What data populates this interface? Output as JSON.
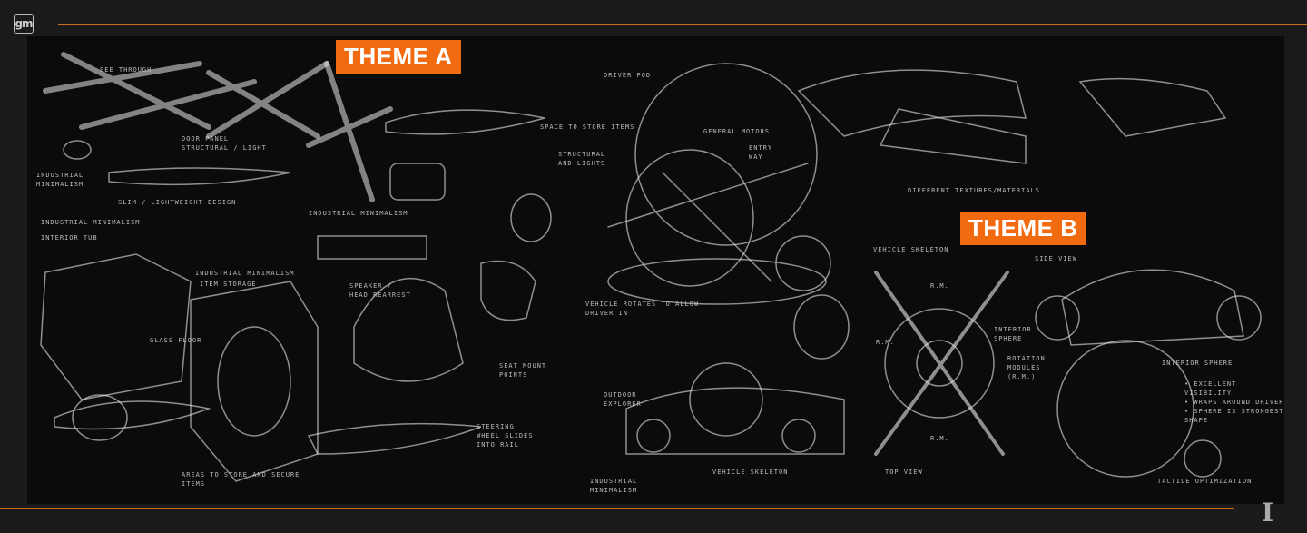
{
  "brand": {
    "logo_text": "gm"
  },
  "themes": {
    "a": "THEME A",
    "b": "THEME B"
  },
  "colors": {
    "accent": "#f26a10",
    "rule": "#c8731c",
    "background": "#1a1a1a"
  },
  "notes": {
    "see_through": "See through",
    "door_panel": "Door panel\nstructural / light",
    "ind_min_1": "Industrial minimalism",
    "slim": "Slim / lightweight design",
    "ind_min_2": "Industrial minimalism",
    "interior_tub": "Interior tub",
    "ind_min_3": "Industrial minimalism",
    "item_storage": "Item storage",
    "glass_floor": "Glass floor",
    "space_store": "Space to store items",
    "structural_lights": "Structural and lights",
    "ind_min_4": "Industrial minimalism",
    "speaker": "Speaker /\nhead rearrest",
    "seat_mount": "Seat mount\npoints",
    "steering": "Steering\nwheel slides\ninto rail",
    "areas_store": "Areas to store and secure\nitems",
    "driver_pod": "Driver pod",
    "general_motors": "General Motors",
    "entry_way": "Entry\nway",
    "rotates": "Vehicle rotates to allow\ndriver in",
    "outdoor": "Outdoor\nexplorer",
    "vehicle_skeleton_1": "Vehicle skeleton",
    "ind_min_5": "Industrial\nminimalism",
    "textures": "Different textures/materials",
    "vehicle_skeleton_2": "Vehicle skeleton",
    "side_view": "Side view",
    "rm_top": "R.M.",
    "rm_left": "R.M.",
    "rm_bottom": "R.M.",
    "interior_sphere_1": "Interior\nsphere",
    "rotation_modules": "Rotation\nmodules\n(R.M.)",
    "top_view": "Top view",
    "interior_sphere_2": "Interior sphere",
    "bullets": "• Excellent visibility\n• Wraps around driver\n• Sphere is strongest\n  shape",
    "tactile": "Tactile optimization"
  }
}
